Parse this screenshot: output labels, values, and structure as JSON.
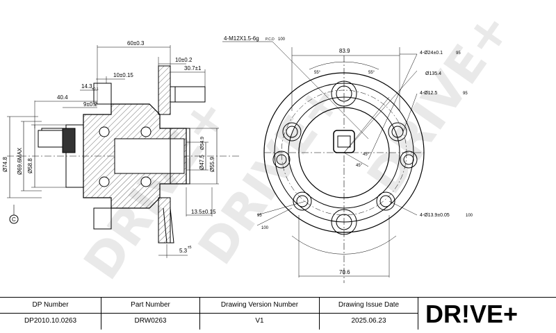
{
  "drawing": {
    "dimensions_side": {
      "d60": "60±0.3",
      "d10a": "10±0.2",
      "d30": "30.7±1",
      "d10b": "10±0.15",
      "d14": "14.3",
      "d14_tol": "±0.1",
      "d40": "40.4",
      "d9": "9±0.2",
      "phi74": "Ø74.8",
      "phi69": "Ø69.6MAX",
      "phi58": "Ø58.8",
      "phi47": "Ø47.5",
      "phi54": "Ø54.9",
      "phi55": "Ø55.9",
      "d13": "13.5±0.15",
      "d5": "5.3",
      "d5_tol": "±5",
      "datum_c": "C"
    },
    "dimensions_front": {
      "thread": "4-M12X1.5-6g",
      "pcd_label": "P.C.D",
      "pcd_ref": "100",
      "w83": "83.9",
      "hole24": "4-Ø24±0.1",
      "ref95a": "95",
      "phi135": "Ø135.4",
      "hole12": "4-Ø12.5",
      "ref95b": "95",
      "ang55": "55°",
      "ang55b": "55°",
      "ang45": "45°",
      "ang45b": "45°",
      "ref95c": "95",
      "ref100c": "100",
      "hole13": "4-Ø13.9±0.05",
      "ref100d": "100",
      "w70": "70.6"
    }
  },
  "title_block": {
    "headers": [
      "DP Number",
      "Part Number",
      "Drawing Version Number",
      "Drawing Issue Date"
    ],
    "values": [
      "DP2010.10.0263",
      "DRW0263",
      "V1",
      "2025.06.23"
    ]
  },
  "brand": {
    "logo_text": "DR!VE+",
    "color": "#e8772e",
    "watermark": "DRIVE+"
  }
}
